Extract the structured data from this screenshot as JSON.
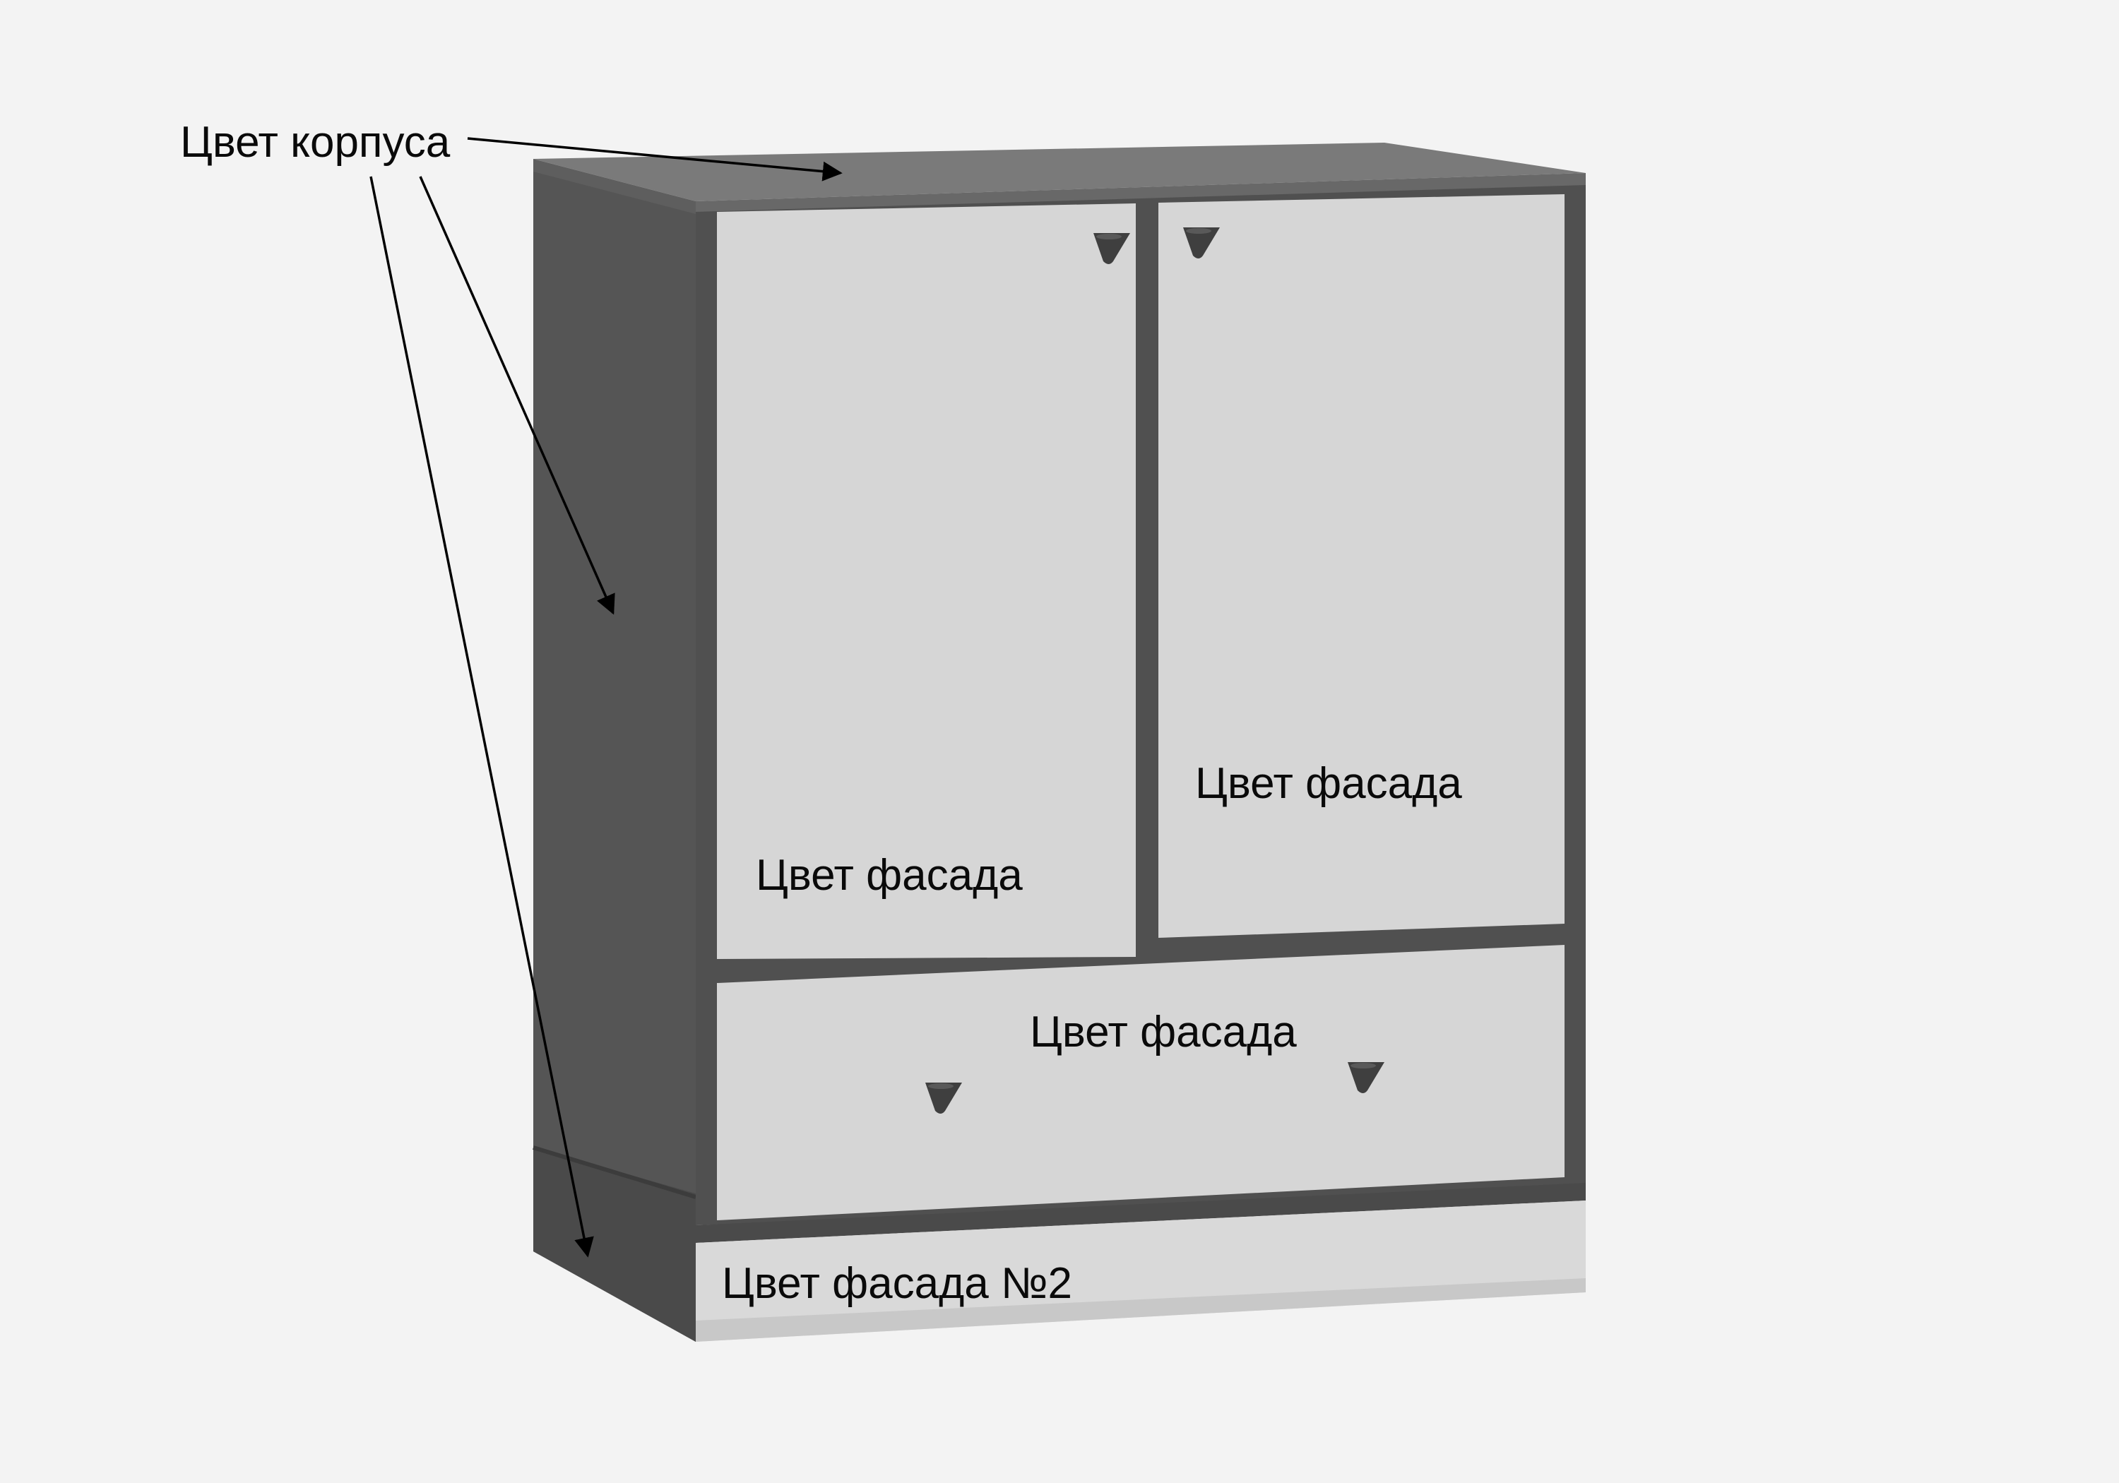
{
  "diagram": {
    "annotations": {
      "body_color": "Цвет корпуса",
      "facade_color_left_door": "Цвет фасада",
      "facade_color_right_door": "Цвет фасада",
      "facade_color_drawer": "Цвет фасада",
      "facade_color_plinth": "Цвет фасада №2"
    },
    "colors": {
      "background": "#f3f3f3",
      "body": "#565656",
      "body_top": "#7a7a7a",
      "facade": "#d6d6d6",
      "facade_2": "#d9d9d9",
      "handle": "#3f3f3f",
      "arrow": "#000000"
    }
  }
}
